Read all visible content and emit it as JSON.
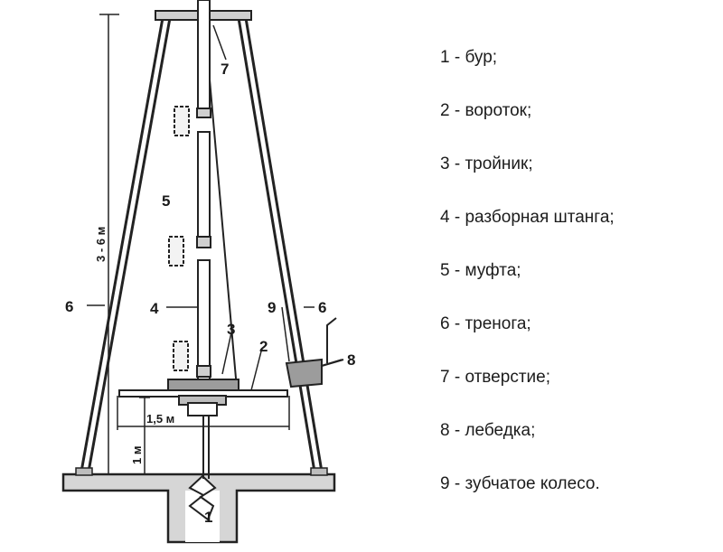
{
  "diagram": {
    "callouts": {
      "c1": "1",
      "c2": "2",
      "c3": "3",
      "c4": "4",
      "c5": "5",
      "c6_left": "6",
      "c6_right": "6",
      "c7": "7",
      "c8": "8",
      "c9": "9"
    },
    "dimensions": {
      "height": "3 - 6 м",
      "platform_width": "1,5 м",
      "platform_height": "1 м"
    }
  },
  "legend": {
    "items": [
      "1 - бур;",
      "2 - вороток;",
      "3 - тройник;",
      "4 - разборная штанга;",
      "5 - муфта;",
      "6 - тренога;",
      "7 - отверстие;",
      "8 - лебедка;",
      "9 - зубчатое колесо."
    ]
  }
}
